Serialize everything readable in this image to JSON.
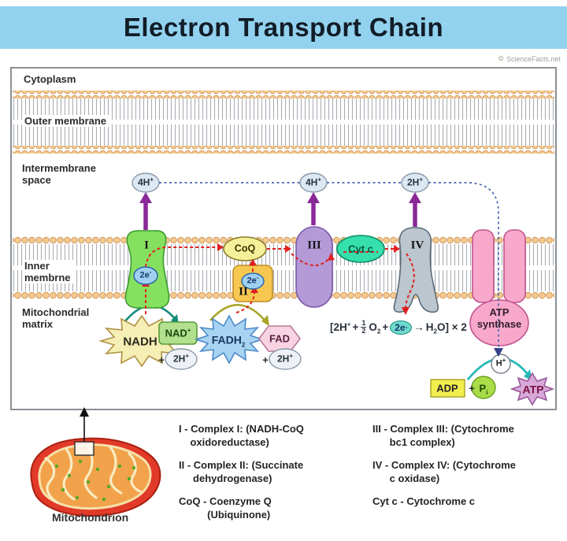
{
  "title": "Electron Transport Chain",
  "watermark": {
    "icon": "flower-logo",
    "text": "ScienceFacts.net"
  },
  "regions": {
    "cytoplasm": "Cytoplasm",
    "outer_membrane": "Outer membrane",
    "intermembrane_space": "Intermembrane\nspace",
    "inner_membrane": "Inner\nmembrne",
    "matrix": "Mitochondrial\nmatrix"
  },
  "complexes": {
    "c1": "I",
    "c2": "II",
    "c3": "III",
    "c4": "IV",
    "coq": "CoQ",
    "cytc": "Cyt c",
    "atp_synthase": "ATP\nsynthase"
  },
  "carriers": {
    "e2": {
      "base": "2e",
      "sup": "-"
    },
    "h4": {
      "base": "4H",
      "sup": "+"
    },
    "h2": {
      "base": "2H",
      "sup": "+"
    },
    "hplus": {
      "base": "H",
      "sup": "+"
    }
  },
  "matrix_items": {
    "nadh": "NADH",
    "nad": {
      "base": "NAD",
      "sup": "+"
    },
    "fadh": {
      "base": "FADH",
      "sub": "2"
    },
    "fad": "FAD",
    "plus": "+"
  },
  "equation": {
    "p1": "[2H",
    "p1sup": "+",
    "plus1": "+",
    "num": "1",
    "den": "2",
    "o": "O",
    "osub": "2",
    "plus2": "+",
    "e": "2e",
    "esup": "-",
    "arrow": "→",
    "h": "H",
    "hsub": "2",
    "tail": "O] × 2"
  },
  "atp_section": {
    "adp": "ADP",
    "plus": "+",
    "p": "P",
    "psub": "i",
    "atp": "ATP"
  },
  "legend": {
    "left": [
      {
        "text": "I - Complex I: (NADH-CoQ\n    oxidoreductase)"
      },
      {
        "text": "II - Complex II: (Succinate\n     dehydrogenase)"
      },
      {
        "text": "CoQ - Coenzyme Q\n          (Ubiquinone)"
      }
    ],
    "right": [
      {
        "text": "III - Complex III: (Cytochrome\n      bc1 complex)"
      },
      {
        "text": "IV - Complex IV: (Cytochrome\n      c oxidase)"
      },
      {
        "text": "Cyt c - Cytochrome c"
      }
    ]
  },
  "mitochondrion_label": "Mitochondrion",
  "colors": {
    "title_bg": "#93d2ef",
    "membrane_head": "#f4cb8e",
    "complex1": "#86e060",
    "complex2": "#f7c850",
    "complex3": "#b49ad6",
    "complex4": "#bcc6ce",
    "coq": "#f7f09a",
    "cytc": "#35e0ac",
    "atp_synthase": "#f7a8cb",
    "proton_pump_arrow": "#8a2898",
    "electron_path": "#e02020",
    "proton_path": "#4a66b0"
  }
}
